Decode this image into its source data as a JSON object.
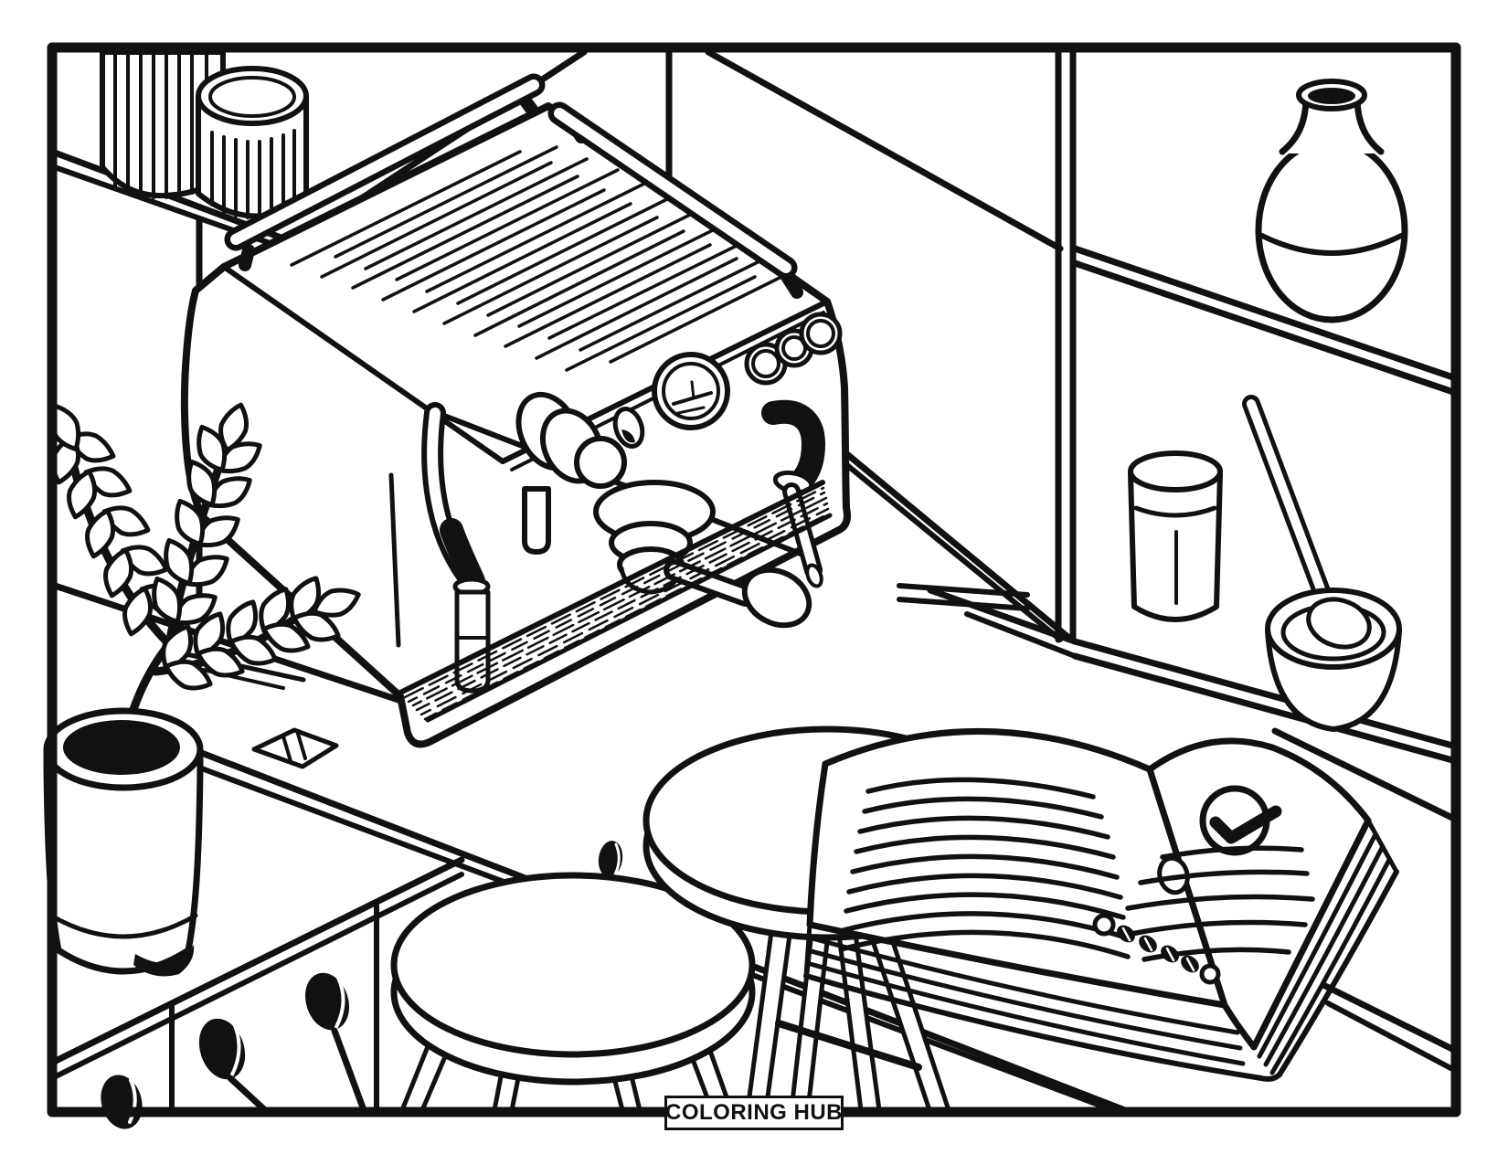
{
  "branding": {
    "watermark": "COLORING HUB"
  },
  "palette": {
    "ink": "#111111",
    "paper": "#ffffff"
  },
  "scene": {
    "style": "black-and-white coloring page, isometric coffee corner",
    "objects": [
      "striped-canister",
      "ribbed-cup",
      "wall-shelves",
      "ceramic-vase",
      "drinking-glass",
      "mixing-bowl",
      "stirring-spoon",
      "espresso-machine",
      "cup-warmer-rails",
      "pressure-gauge",
      "control-buttons",
      "steam-knob",
      "brew-lever",
      "group-head",
      "portafilter",
      "steam-wand-left",
      "steam-wand-right",
      "drip-tray",
      "counter",
      "cabinet-panels",
      "coffee-scoops",
      "folded-napkin",
      "potted-plant",
      "plant-pot",
      "bar-stool",
      "bar-stool",
      "open-menu-book",
      "check-mark",
      "coffee-beans",
      "watermark-badge"
    ]
  }
}
